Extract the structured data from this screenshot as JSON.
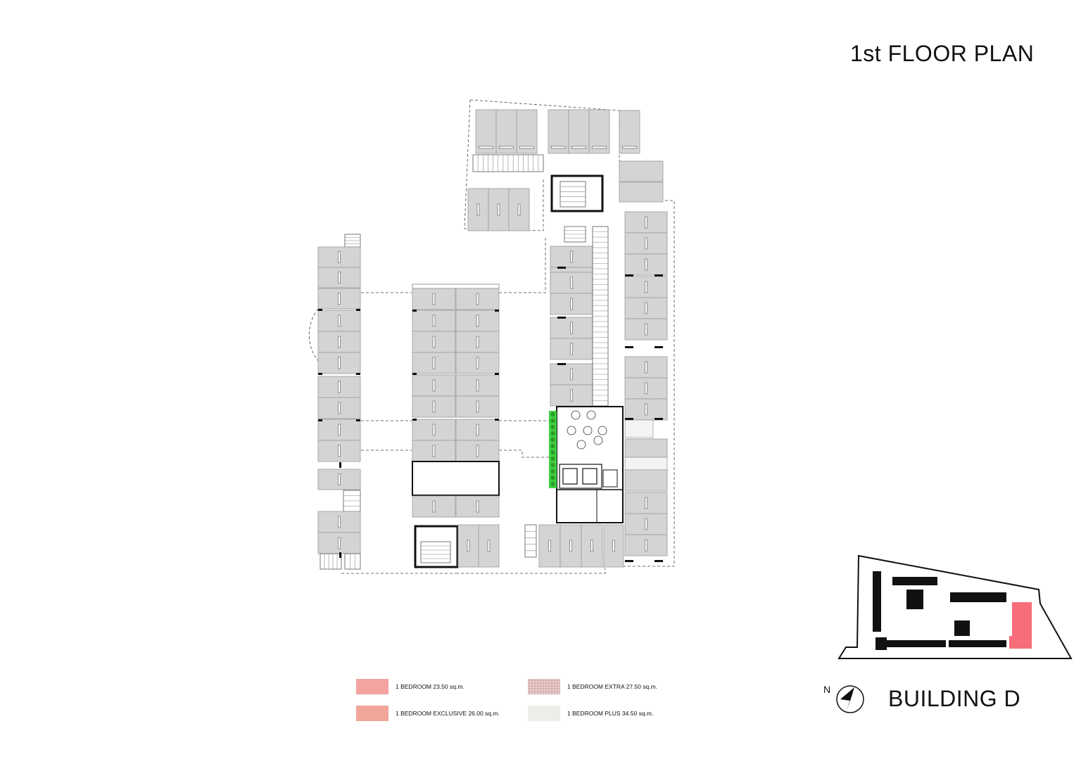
{
  "header": {
    "title": "1st FLOOR PLAN"
  },
  "footer": {
    "building": "BUILDING D"
  },
  "compass": {
    "label": "N"
  },
  "legend": [
    {
      "label": "1 BEDROOM 23.50 sq.m.",
      "color": "#f4a3a0",
      "pattern": "solid"
    },
    {
      "label": "1 BEDROOM EXTRA 27.50 sq.m.",
      "color": "#dcb3b3",
      "pattern": "dots"
    },
    {
      "label": "1 BEDROOM EXCLUSIVE 26.00 sq.m.",
      "color": "#f2a69a",
      "pattern": "solid"
    },
    {
      "label": "1 BEDROOM PLUS 34.50 sq.m.",
      "color": "#efedea",
      "pattern": "solid"
    }
  ],
  "colors": {
    "unit_fill": "#d4d4d4",
    "wall": "#111111",
    "garden": "#3fcf3f",
    "highlight": "#f76d7a"
  }
}
